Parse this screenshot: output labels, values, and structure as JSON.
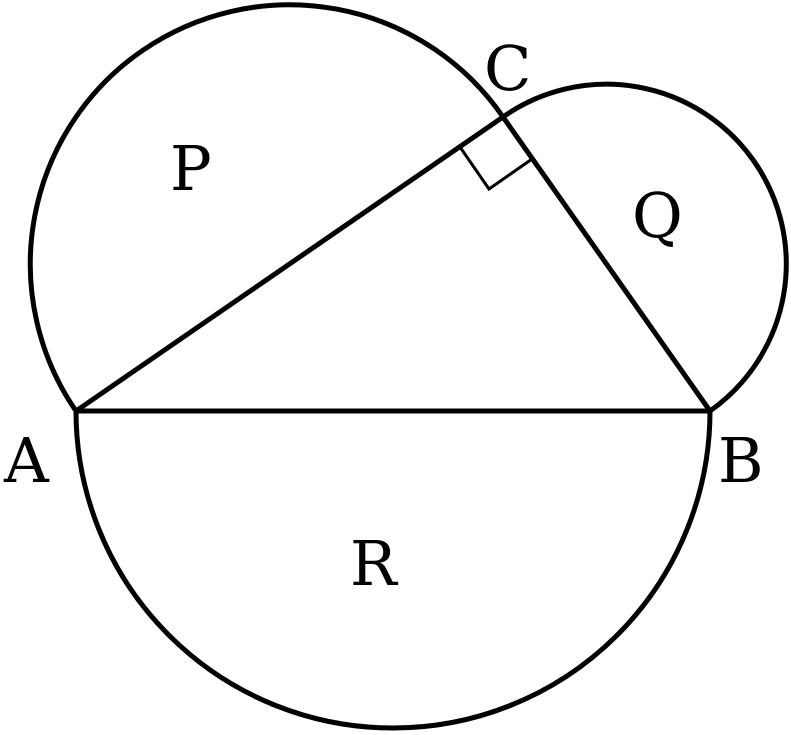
{
  "diagram": {
    "labels": {
      "vertex_a": "A",
      "vertex_b": "B",
      "vertex_c": "C",
      "region_p": "P",
      "region_q": "Q",
      "region_r": "R"
    },
    "right_angle_at": "C",
    "colors": {
      "stroke": "#000000",
      "background": "#ffffff"
    }
  }
}
